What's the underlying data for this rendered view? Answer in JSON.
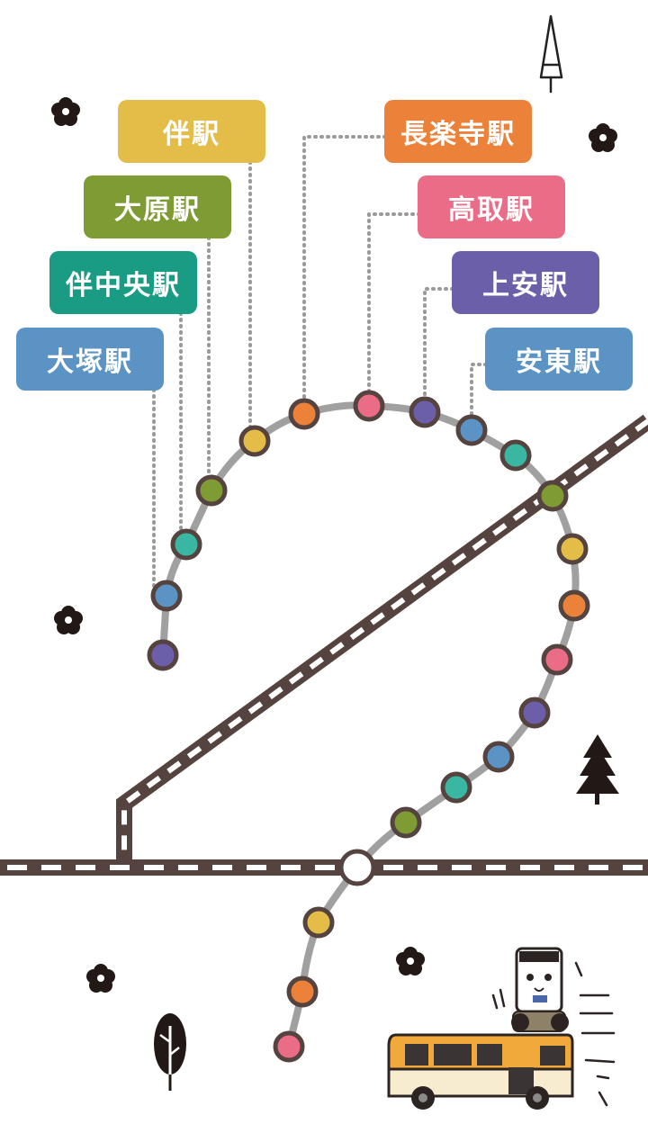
{
  "stations": [
    {
      "id": "ban",
      "label": "伴駅",
      "color": "#e4bd48"
    },
    {
      "id": "oohara",
      "label": "大原駅",
      "color": "#7e9b34"
    },
    {
      "id": "bannaka",
      "label": "伴中央駅",
      "color": "#1a9c84"
    },
    {
      "id": "ootsuka",
      "label": "大塚駅",
      "color": "#5b93c4"
    },
    {
      "id": "nagaraku",
      "label": "長楽寺駅",
      "color": "#ec8139"
    },
    {
      "id": "takatori",
      "label": "高取駅",
      "color": "#ea6c86"
    },
    {
      "id": "kamiyasu",
      "label": "上安駅",
      "color": "#6c5fa9"
    },
    {
      "id": "yasuhigashi",
      "label": "安東駅",
      "color": "#5b93c4"
    }
  ],
  "colors": {
    "line": "#a0a0a0",
    "rail": "#55433f",
    "stop_outline": "#55433f",
    "leader": "#9a9a9a",
    "teal_stop": "#3ab7a3"
  },
  "icons": [
    "compass-arrow-icon",
    "flower-icon",
    "tree-icon",
    "bus-mascot-icon"
  ]
}
